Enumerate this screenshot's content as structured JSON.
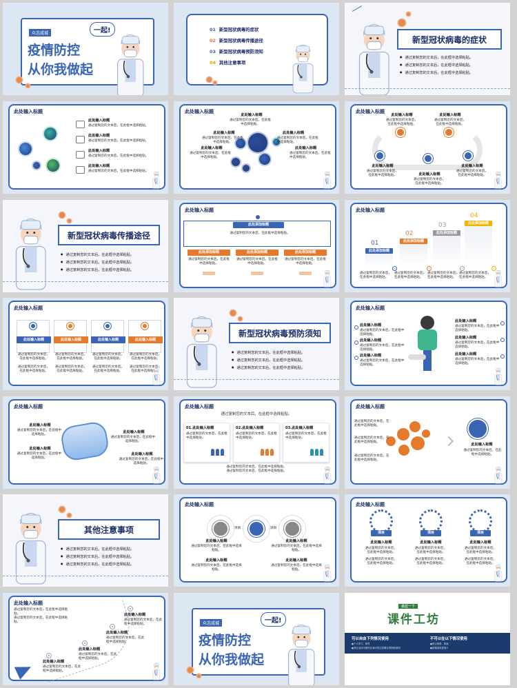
{
  "cover": {
    "tag": "众志成城",
    "title1": "疫情防控",
    "title2": "从你我做起",
    "bubble": "一起!"
  },
  "toc": [
    {
      "num": "01",
      "label": "新型冠状病毒的症状",
      "color": "#3a64b4"
    },
    {
      "num": "02",
      "label": "新型冠状病毒传播途径",
      "color": "#e57a2c"
    },
    {
      "num": "03",
      "label": "新型冠状病毒预防须知",
      "color": "#3a64b4"
    },
    {
      "num": "04",
      "label": "其他注意事项",
      "color": "#e8a800"
    }
  ],
  "sections": {
    "s1": "新型冠状病毒的症状",
    "s2": "新型冠状病毒传播途径",
    "s3": "新型冠状病毒预防须知",
    "s4": "其他注意事项"
  },
  "section_bullet": "通过复制您的文本后，在此框中选择粘贴。",
  "heading": "此处输入标题",
  "subheading": "此处输入标题",
  "body_short": "通过复制您的文本后，在此框中选择粘贴。",
  "add_title": "此处添加标题",
  "item": "项目",
  "steps": [
    "01",
    "02",
    "03",
    "04"
  ],
  "numbered": [
    "01.此处输入标题",
    "02.此处输入标题",
    "03.此处输入标题"
  ],
  "copy_hint": "通过复制您的文本后，在此框中选择粘贴。",
  "courseware": {
    "small": "森蓝一下",
    "title": "课件工坊",
    "left_head": "可以自由下列情况使用",
    "right_head": "不可以在以下情况使用",
    "left_l1": "●个人学习、研究",
    "left_l2": "●商业活动中做商业演示的注意需合规授权使用",
    "right_l1": "●禁止转售、转卖",
    "right_l2": "●转赠或转发他人"
  }
}
